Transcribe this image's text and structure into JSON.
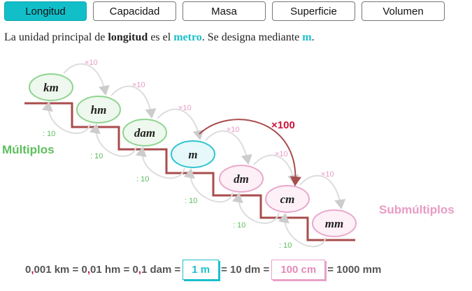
{
  "tabs": [
    {
      "label": "Longitud",
      "active": true
    },
    {
      "label": "Capacidad"
    },
    {
      "label": "Masa"
    },
    {
      "label": "Superficie"
    },
    {
      "label": "Volumen"
    }
  ],
  "intro": {
    "t1": "La unidad principal de ",
    "bold": "longitud",
    "t2": " es el ",
    "unit": "metro",
    "t3": ". Se designa mediante ",
    "symbol": "m",
    "t4": "."
  },
  "units": [
    "km",
    "hm",
    "dam",
    "m",
    "dm",
    "cm",
    "mm"
  ],
  "multiply_label": "×10",
  "divide_label": ": 10",
  "big_arrow_label": "×100",
  "multiples_label": "Múltiplos",
  "submultiples_label": "Submúltiplos",
  "equation": {
    "p1": "0",
    "c1": ",",
    "p1b": "001 km = 0",
    "c2": ",",
    "p2b": "01 hm = 0",
    "c3": ",",
    "p3b": "1 dam =",
    "box1": "1 m",
    "p4": "= 10 dm =",
    "box2": "100 cm",
    "p5": "= 1000 mm"
  },
  "colors": {
    "accent": "#12bfc9",
    "green": "#5cbf5c",
    "pink": "#e89bc4",
    "stair": "#a84c4c",
    "red": "#d0103a"
  }
}
